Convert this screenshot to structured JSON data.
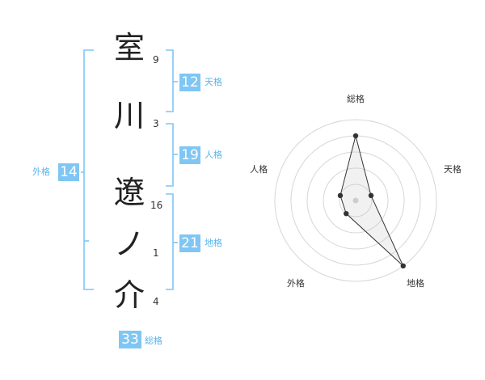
{
  "name": {
    "chars": [
      {
        "char": "室",
        "strokes": "9"
      },
      {
        "char": "川",
        "strokes": "3"
      },
      {
        "char": "遼",
        "strokes": "16"
      },
      {
        "char": "ノ",
        "strokes": "1"
      },
      {
        "char": "介",
        "strokes": "4"
      }
    ]
  },
  "fortunes": {
    "tenkaku": {
      "value": "12",
      "label": "天格"
    },
    "jinkaku": {
      "value": "19",
      "label": "人格"
    },
    "chikaku": {
      "value": "21",
      "label": "地格"
    },
    "gaikaku": {
      "value": "14",
      "label": "外格"
    },
    "soukaku": {
      "value": "33",
      "label": "総格"
    }
  },
  "colors": {
    "accent": "#7fc6f4",
    "accent_text": "#58b4ec",
    "bracket": "#7fc6f4"
  },
  "chart_data": {
    "type": "radar",
    "axes": [
      "総格",
      "天格",
      "地格",
      "外格",
      "人格"
    ],
    "values": [
      4,
      1,
      5,
      1,
      1
    ],
    "max": 5,
    "rings": 5
  }
}
